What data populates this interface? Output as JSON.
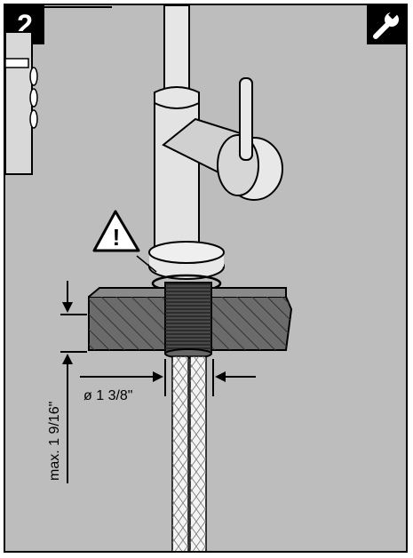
{
  "step": {
    "number": "2",
    "tool_icon": "wrench-icon"
  },
  "warning": {
    "symbol": "!",
    "icon": "warning-triangle-icon"
  },
  "dimensions": {
    "max_thickness": "max. 1 9/16\"",
    "hole_diameter": "ø 1 3/8\""
  },
  "colors": {
    "background": "#bdbdbd",
    "countertop": "#6b6b6b",
    "outline": "#000000"
  }
}
